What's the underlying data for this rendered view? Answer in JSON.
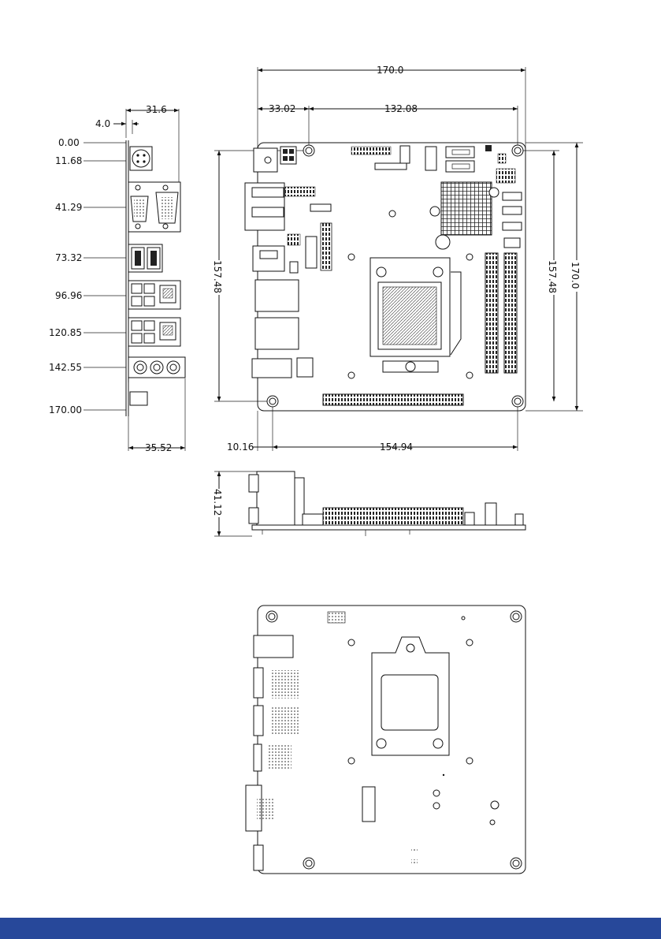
{
  "colors": {
    "line": "#111111",
    "footer_bar": "#27489a",
    "background": "#ffffff"
  },
  "io_view": {
    "width_top": "31.6",
    "offset": "4.0",
    "width_bottom": "35.52",
    "positions": [
      "0.00",
      "11.68",
      "41.29",
      "73.32",
      "96.96",
      "120.85",
      "142.55",
      "170.00"
    ]
  },
  "top_view": {
    "overall_width": "170.0",
    "hole_offset_x": "33.02",
    "hole_span_x": "132.08",
    "hole_span_y_left": "157.48",
    "hole_span_y_right": "157.48",
    "overall_height": "170.0",
    "bottom_hole_offset": "10.16",
    "bottom_hole_span": "154.94"
  },
  "side_view": {
    "height": "41.12"
  },
  "bottom_view": {}
}
